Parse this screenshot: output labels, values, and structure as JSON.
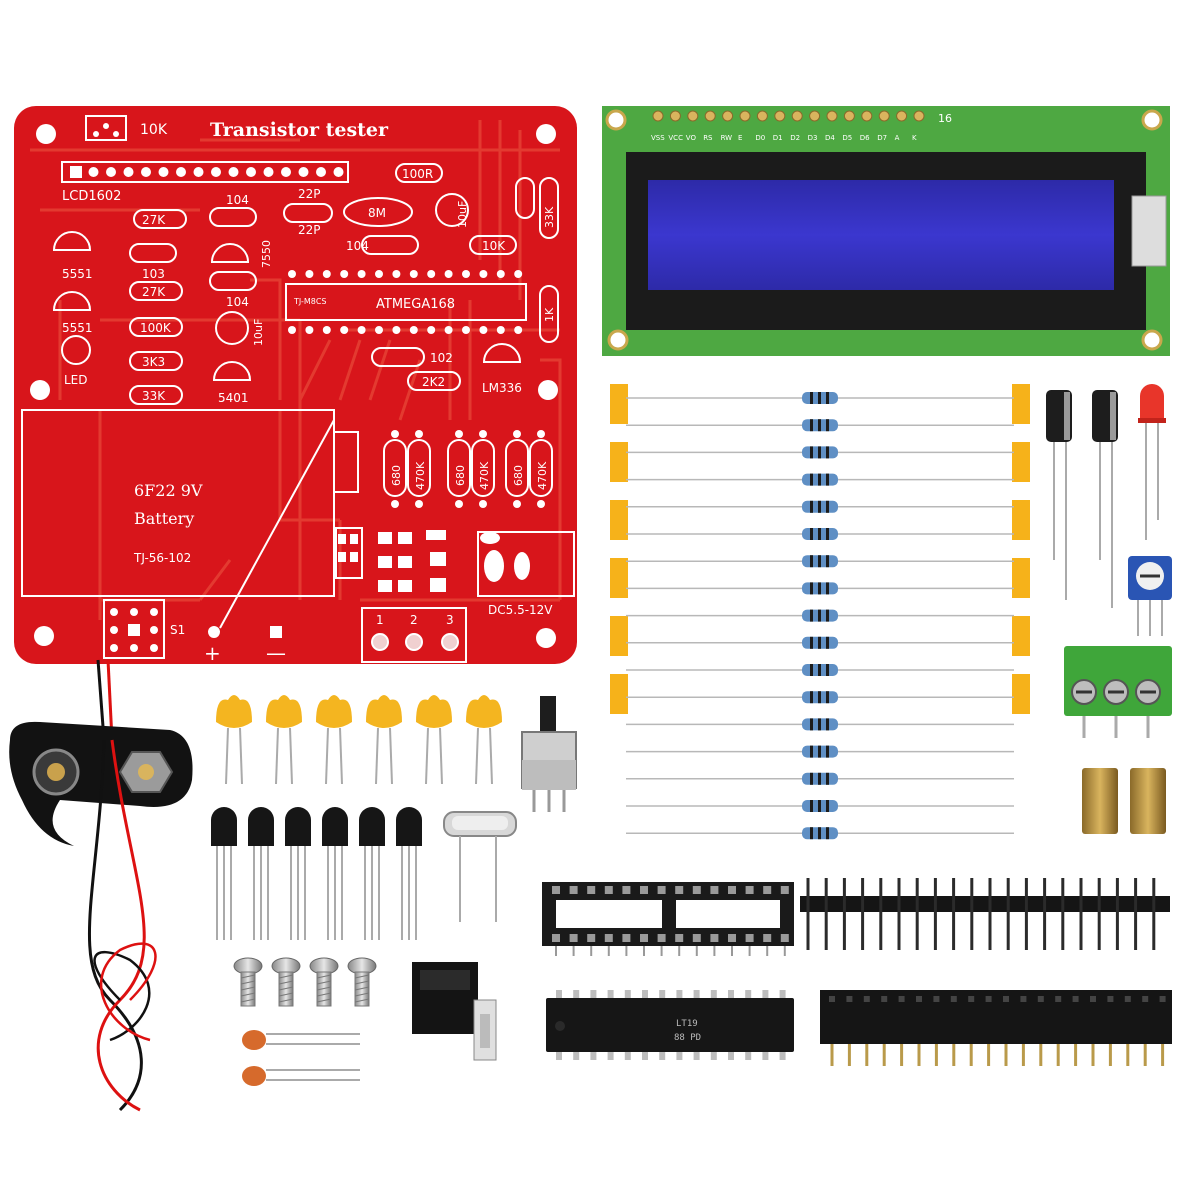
{
  "colors": {
    "pcb": "#d8151b",
    "pcb_trace": "#e33a30",
    "lcd_pcb": "#4ea842",
    "lcd_screen": "#3a36c8",
    "resistor_body": "#5f8fc4",
    "tape": "#f6b21a",
    "capacitor": "#f4b520",
    "terminal": "#3fa63a"
  },
  "board": {
    "title": "Transistor  tester",
    "pot_label": "10K",
    "lcd_header_label": "LCD1602",
    "r_100r": "100R",
    "r_27k_a": "27K",
    "cap_104_a": "104",
    "cap_22p_a": "22P",
    "cap_22p_b": "22P",
    "crystal": "8M",
    "cap_104_b": "104",
    "cap_10uf_a": "10uF",
    "r_10k": "10K",
    "r_33k_side": "33K",
    "reg_7550": "7550",
    "t_5551": "5551",
    "t_5551_b": "5551",
    "cap_103": "103",
    "r_27k_b": "27K",
    "cap_104_c": "104",
    "cap_10uf_b": "10uF",
    "r_100k": "100K",
    "r_3k3": "3K3",
    "r_33k": "33K",
    "led": "LED",
    "t_5401": "5401",
    "mcu_label": "ATMEGA168",
    "mcu_sub": "TJ-M8CS",
    "r_1k_side": "1K",
    "cap_102": "102",
    "r_2k2": "2K2",
    "ref_lm336": "LM336",
    "battery_type": "6F22 9V",
    "battery_label": "Battery",
    "board_id": "TJ-56-102",
    "r_680_a": "680",
    "r_470k_a": "470K",
    "r_680_b": "680",
    "r_470k_b": "470K",
    "r_680_c": "680",
    "r_470k_c": "470K",
    "dc_jack": "DC5.5-12V",
    "switch_label": "S1",
    "test_pin_1": "1",
    "test_pin_2": "2",
    "test_pin_3": "3",
    "plus_sign": "+",
    "minus_sign": "—"
  },
  "lcd_module": {
    "pin_count_label": "16",
    "pin_labels": [
      "VSS",
      "VCC",
      "VO",
      "RS",
      "RW",
      "E",
      "D0",
      "D1",
      "D2",
      "D3",
      "D4",
      "D5",
      "D6",
      "D7",
      "A",
      "K"
    ]
  },
  "parts": {
    "opamp_marking_1": "LT19",
    "opamp_marking_2": "88 PD",
    "resistor_count": 17,
    "ceramic_capacitor_count": 6,
    "transistor_count": 6,
    "screw_count": 4
  }
}
